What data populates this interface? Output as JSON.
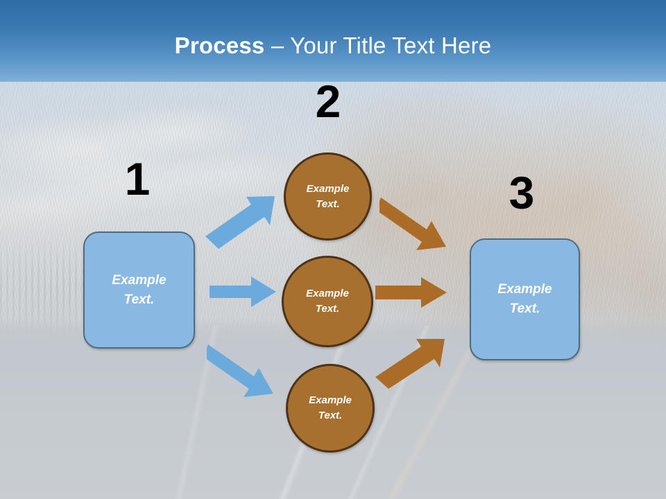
{
  "slide": {
    "title": {
      "strong": "Process",
      "rest": " – Your Title Text Here",
      "full": "Process – Your Title Text Here"
    },
    "colors": {
      "title_band_top": "#2f6da8",
      "title_band_bottom": "#7fb0d8",
      "title_text": "#ffffff",
      "blue_shape_fill": "#89b9e3",
      "blue_shape_border": "#4b6c85",
      "brown_shape_fill": "#a8702f",
      "brown_shape_border": "#4e3116",
      "blue_arrow": "#6aaadd",
      "brown_arrow": "#ab6c27",
      "step_number": "#000000",
      "shape_text": "#ffffff"
    },
    "steps": [
      {
        "number": "1",
        "name": "step-1"
      },
      {
        "number": "2",
        "name": "step-2"
      },
      {
        "number": "3",
        "name": "step-3"
      }
    ],
    "start_box": {
      "line1": "Example",
      "line2": "Text."
    },
    "branches": [
      {
        "line1": "Example",
        "line2": "Text."
      },
      {
        "line1": "Example",
        "line2": "Text."
      },
      {
        "line1": "Example",
        "line2": "Text."
      }
    ],
    "end_box": {
      "line1": "Example",
      "line2": "Text."
    },
    "arrows": [
      {
        "name": "blue-arrow-up-right",
        "color": "#6aaadd",
        "direction": "up-right"
      },
      {
        "name": "blue-arrow-right",
        "color": "#6aaadd",
        "direction": "right"
      },
      {
        "name": "blue-arrow-down-right",
        "color": "#6aaadd",
        "direction": "down-right"
      },
      {
        "name": "brown-arrow-down-right",
        "color": "#ab6c27",
        "direction": "down-right"
      },
      {
        "name": "brown-arrow-right",
        "color": "#ab6c27",
        "direction": "right"
      },
      {
        "name": "brown-arrow-up-right",
        "color": "#ab6c27",
        "direction": "up-right"
      }
    ]
  }
}
